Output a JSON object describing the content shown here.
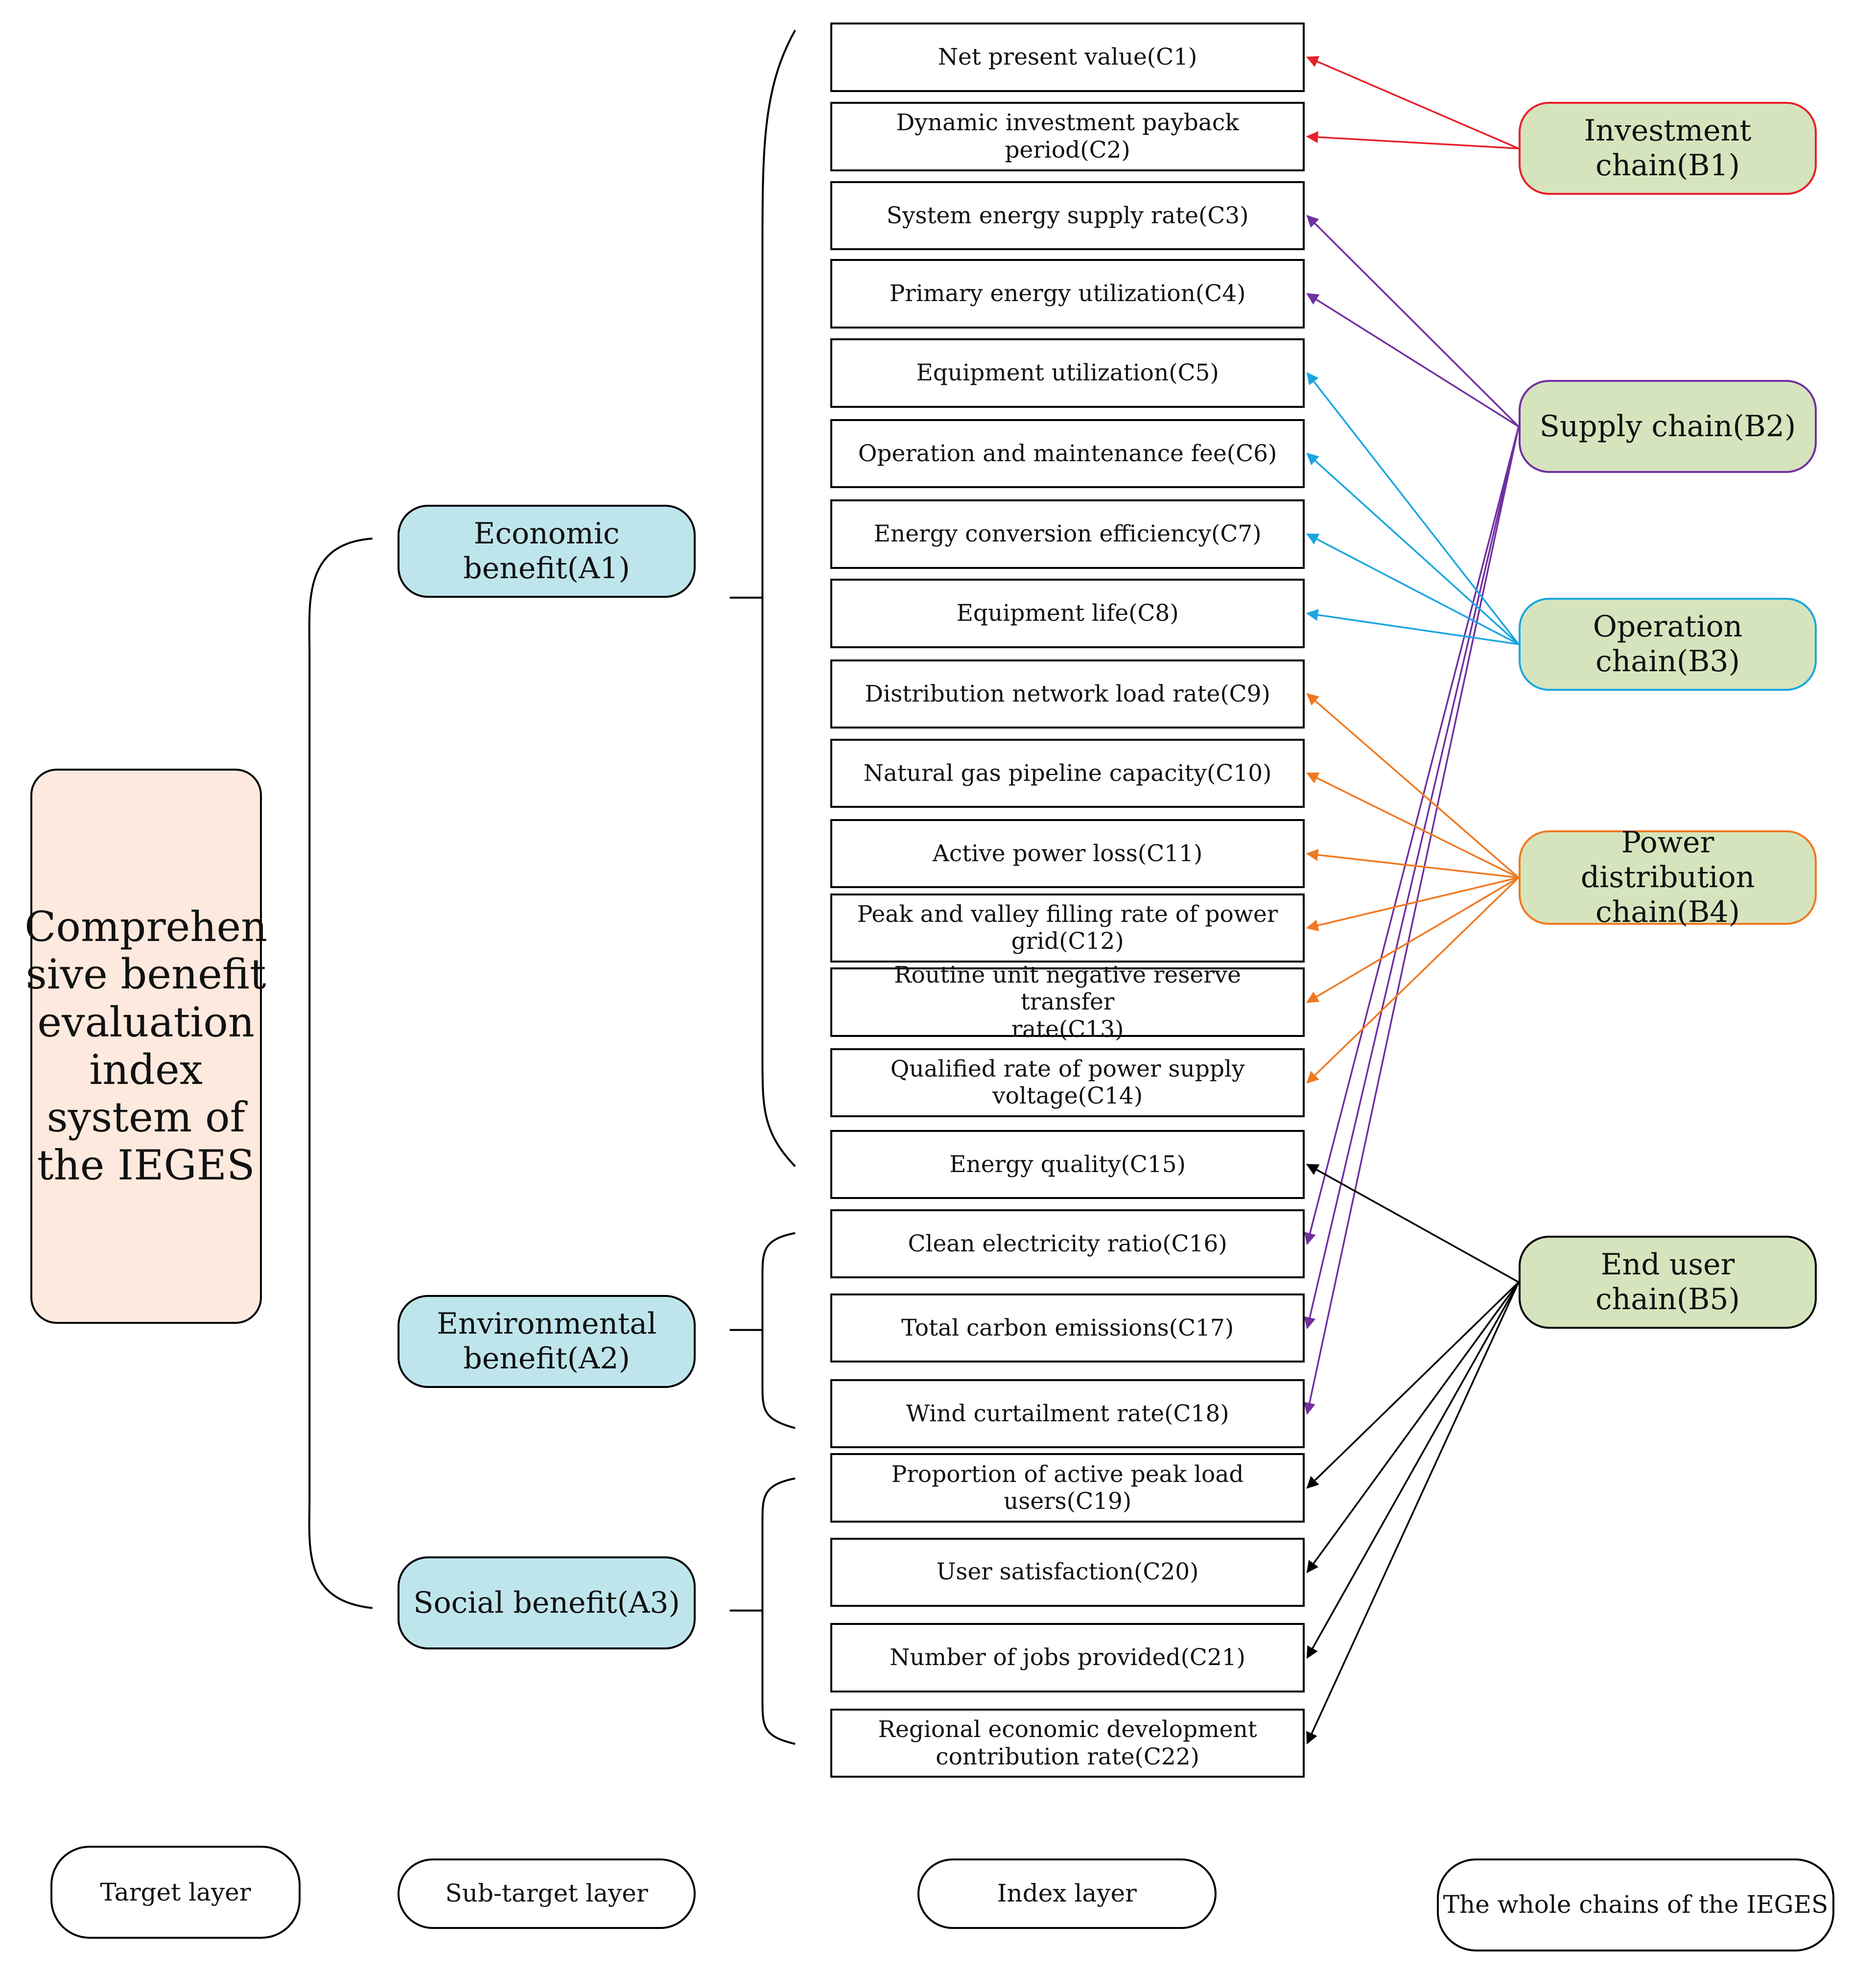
{
  "target": {
    "label": "Comprehen\nsive benefit\nevaluation\nindex\nsystem of\nthe IEGES",
    "color": "#fde9dd"
  },
  "sub_targets": [
    {
      "id": "A1",
      "label": "Economic\nbenefit(A1)"
    },
    {
      "id": "A2",
      "label": "Environmental\nbenefit(A2)"
    },
    {
      "id": "A3",
      "label": "Social benefit(A3)"
    }
  ],
  "sub_target_color": "#bfe5ec",
  "indices": [
    {
      "id": "C1",
      "label": "Net present value(C1)"
    },
    {
      "id": "C2",
      "label": "Dynamic investment payback\nperiod(C2)"
    },
    {
      "id": "C3",
      "label": "System energy supply rate(C3)"
    },
    {
      "id": "C4",
      "label": "Primary energy utilization(C4)"
    },
    {
      "id": "C5",
      "label": "Equipment utilization(C5)"
    },
    {
      "id": "C6",
      "label": "Operation and maintenance fee(C6)"
    },
    {
      "id": "C7",
      "label": "Energy conversion efficiency(C7)"
    },
    {
      "id": "C8",
      "label": "Equipment life(C8)"
    },
    {
      "id": "C9",
      "label": "Distribution network load rate(C9)"
    },
    {
      "id": "C10",
      "label": "Natural gas pipeline capacity(C10)"
    },
    {
      "id": "C11",
      "label": "Active power loss(C11)"
    },
    {
      "id": "C12",
      "label": "Peak and valley filling rate of power\ngrid(C12)"
    },
    {
      "id": "C13",
      "label": "Routine unit negative reserve transfer\nrate(C13)"
    },
    {
      "id": "C14",
      "label": "Qualified rate of power supply\nvoltage(C14)"
    },
    {
      "id": "C15",
      "label": "Energy quality(C15)"
    },
    {
      "id": "C16",
      "label": "Clean electricity ratio(C16)"
    },
    {
      "id": "C17",
      "label": "Total carbon emissions(C17)"
    },
    {
      "id": "C18",
      "label": "Wind curtailment rate(C18)"
    },
    {
      "id": "C19",
      "label": "Proportion of active peak load\nusers(C19)"
    },
    {
      "id": "C20",
      "label": "User satisfaction(C20)"
    },
    {
      "id": "C21",
      "label": "Number of jobs provided(C21)"
    },
    {
      "id": "C22",
      "label": "Regional economic development\ncontribution rate(C22)"
    }
  ],
  "chains": [
    {
      "id": "B1",
      "label": "Investment\nchain(B1)",
      "color": "#e8202a",
      "fill": "#d5e4bd",
      "targets": [
        "C1",
        "C2"
      ]
    },
    {
      "id": "B2",
      "label": "Supply chain(B2)",
      "color": "#7030a0",
      "fill": "#d5e4bd",
      "targets": [
        "C3",
        "C4",
        "C16",
        "C17",
        "C18"
      ]
    },
    {
      "id": "B3",
      "label": "Operation chain(B3)",
      "color": "#1aa6e0",
      "fill": "#d5e4bd",
      "targets": [
        "C5",
        "C6",
        "C7",
        "C8"
      ]
    },
    {
      "id": "B4",
      "label": "Power distribution\nchain(B4)",
      "color": "#f07820",
      "fill": "#d5e4bd",
      "targets": [
        "C9",
        "C10",
        "C11",
        "C12",
        "C13",
        "C14"
      ]
    },
    {
      "id": "B5",
      "label": "End user chain(B5)",
      "color": "#000000",
      "fill": "#d5e4bd",
      "targets": [
        "C15",
        "C19",
        "C20",
        "C21",
        "C22"
      ]
    }
  ],
  "layers": {
    "target_layer": "Target layer",
    "sub_target_layer": "Sub-target layer",
    "index_layer": "Index layer",
    "chain_layer": "The whole chains of the IEGES"
  }
}
